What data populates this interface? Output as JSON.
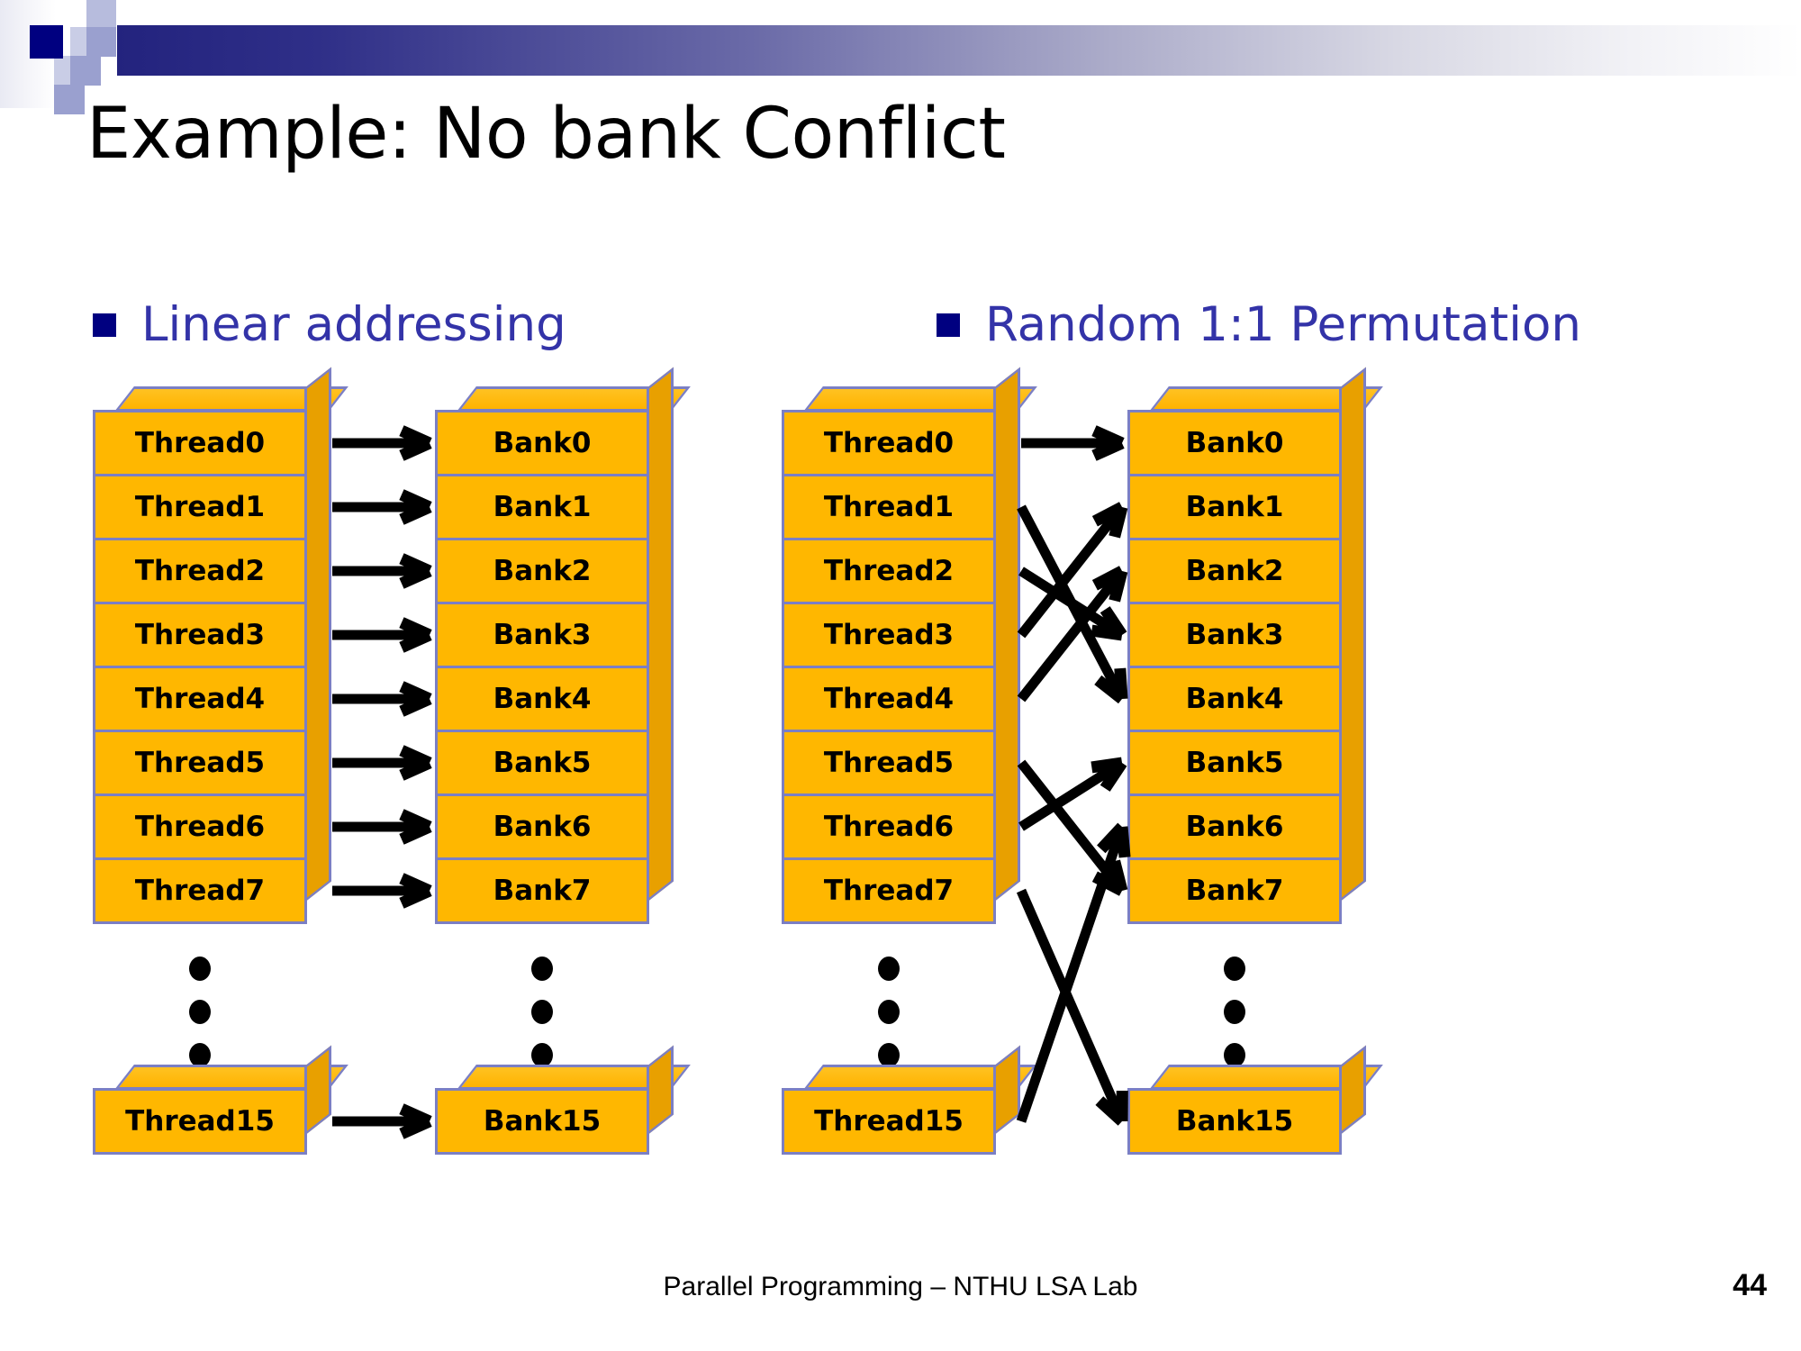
{
  "slide": {
    "title": "Example: No bank Conflict",
    "page_number": "44",
    "footer": "Parallel Programming – NTHU LSA Lab",
    "accent_navy": "#000080",
    "accent_blue_text": "#3333a8",
    "box_fill": "#ffb700",
    "box_border": "#7b7fc4",
    "box_side": "#e8a000"
  },
  "panels": [
    {
      "id": "linear",
      "bullet_label": "Linear addressing",
      "threads": [
        "Thread0",
        "Thread1",
        "Thread2",
        "Thread3",
        "Thread4",
        "Thread5",
        "Thread6",
        "Thread7"
      ],
      "banks": [
        "Bank0",
        "Bank1",
        "Bank2",
        "Bank3",
        "Bank4",
        "Bank5",
        "Bank6",
        "Bank7"
      ],
      "thread_last": "Thread15",
      "bank_last": "Bank15",
      "ellipsis_count": 3
    },
    {
      "id": "permutation",
      "bullet_label": "Random 1:1 Permutation",
      "threads": [
        "Thread0",
        "Thread1",
        "Thread2",
        "Thread3",
        "Thread4",
        "Thread5",
        "Thread6",
        "Thread7"
      ],
      "banks": [
        "Bank0",
        "Bank1",
        "Bank2",
        "Bank3",
        "Bank4",
        "Bank5",
        "Bank6",
        "Bank7"
      ],
      "thread_last": "Thread15",
      "bank_last": "Bank15",
      "ellipsis_count": 3
    }
  ],
  "mappings": {
    "linear": [
      {
        "from": "Thread0",
        "to": "Bank0"
      },
      {
        "from": "Thread1",
        "to": "Bank1"
      },
      {
        "from": "Thread2",
        "to": "Bank2"
      },
      {
        "from": "Thread3",
        "to": "Bank3"
      },
      {
        "from": "Thread4",
        "to": "Bank4"
      },
      {
        "from": "Thread5",
        "to": "Bank5"
      },
      {
        "from": "Thread6",
        "to": "Bank6"
      },
      {
        "from": "Thread7",
        "to": "Bank7"
      },
      {
        "from": "Thread15",
        "to": "Bank15"
      }
    ],
    "permutation": [
      {
        "from": "Thread0",
        "to": "Bank0"
      },
      {
        "from": "Thread1",
        "to": "Bank4"
      },
      {
        "from": "Thread2",
        "to": "Bank3"
      },
      {
        "from": "Thread3",
        "to": "Bank1"
      },
      {
        "from": "Thread4",
        "to": "Bank2"
      },
      {
        "from": "Thread5",
        "to": "Bank7"
      },
      {
        "from": "Thread6",
        "to": "Bank5"
      },
      {
        "from": "Thread7",
        "to": "Bank15"
      },
      {
        "from": "Thread15",
        "to": "Bank6"
      }
    ]
  }
}
